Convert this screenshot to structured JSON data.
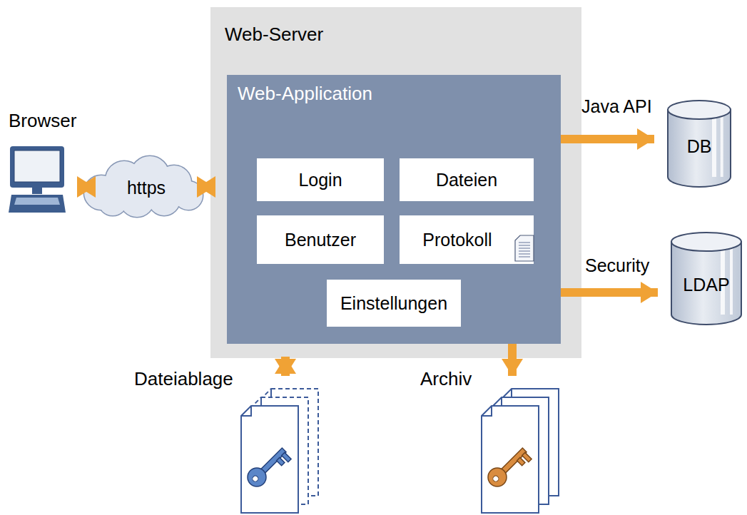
{
  "diagram": {
    "nodes": [
      {
        "text": [
          "Web-Server"
        ]
      },
      {
        "text": [
          "Web-Application"
        ],
        "in": 0
      },
      {
        "text": [
          "Login"
        ],
        "in": 1
      },
      {
        "text": [
          "Dateien"
        ],
        "in": 1
      },
      {
        "text": [
          "Benutzer"
        ],
        "in": 1
      },
      {
        "text": [
          "Protokoll"
        ],
        "in": 1
      },
      {
        "text": [
          "Einstellungen"
        ],
        "in": 1
      },
      {
        "text": [
          "Browser"
        ]
      },
      {
        "text": [
          "https"
        ]
      },
      {
        "text": [
          "DB"
        ]
      },
      {
        "text": [
          "LDAP"
        ]
      },
      {
        "text": [
          "Dateiablage"
        ]
      },
      {
        "text": [
          "Archiv"
        ]
      }
    ],
    "edges": [
      {
        "from": 7,
        "to": 8,
        "arrow": "both"
      },
      {
        "from": 8,
        "to": 1,
        "arrow": "both"
      },
      {
        "from": 1,
        "to": 9,
        "label": "Java API",
        "arrow": "to"
      },
      {
        "from": 1,
        "to": 10,
        "label": "Security",
        "arrow": "to"
      },
      {
        "from": 1,
        "to": 11,
        "arrow": "both"
      },
      {
        "from": 1,
        "to": 12,
        "arrow": "to"
      }
    ]
  }
}
